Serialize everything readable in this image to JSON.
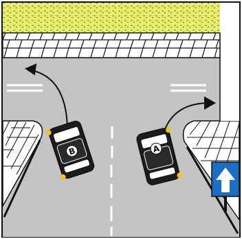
{
  "scene": {
    "cars": [
      {
        "id": "B",
        "label": "B",
        "turn": "left"
      },
      {
        "id": "A",
        "label": "A",
        "turn": "right"
      }
    ],
    "sign": {
      "symbol": "straight-ahead-arrow",
      "color": "#1a6fc4"
    },
    "colors": {
      "road": "#c4c4c4",
      "grass": "#e7ee6a",
      "sidewalk": "#ffffff",
      "outline": "#111111",
      "car_body": "#1c1c1c",
      "indicator": "#f2c21a",
      "markings": "#ffffff"
    }
  }
}
